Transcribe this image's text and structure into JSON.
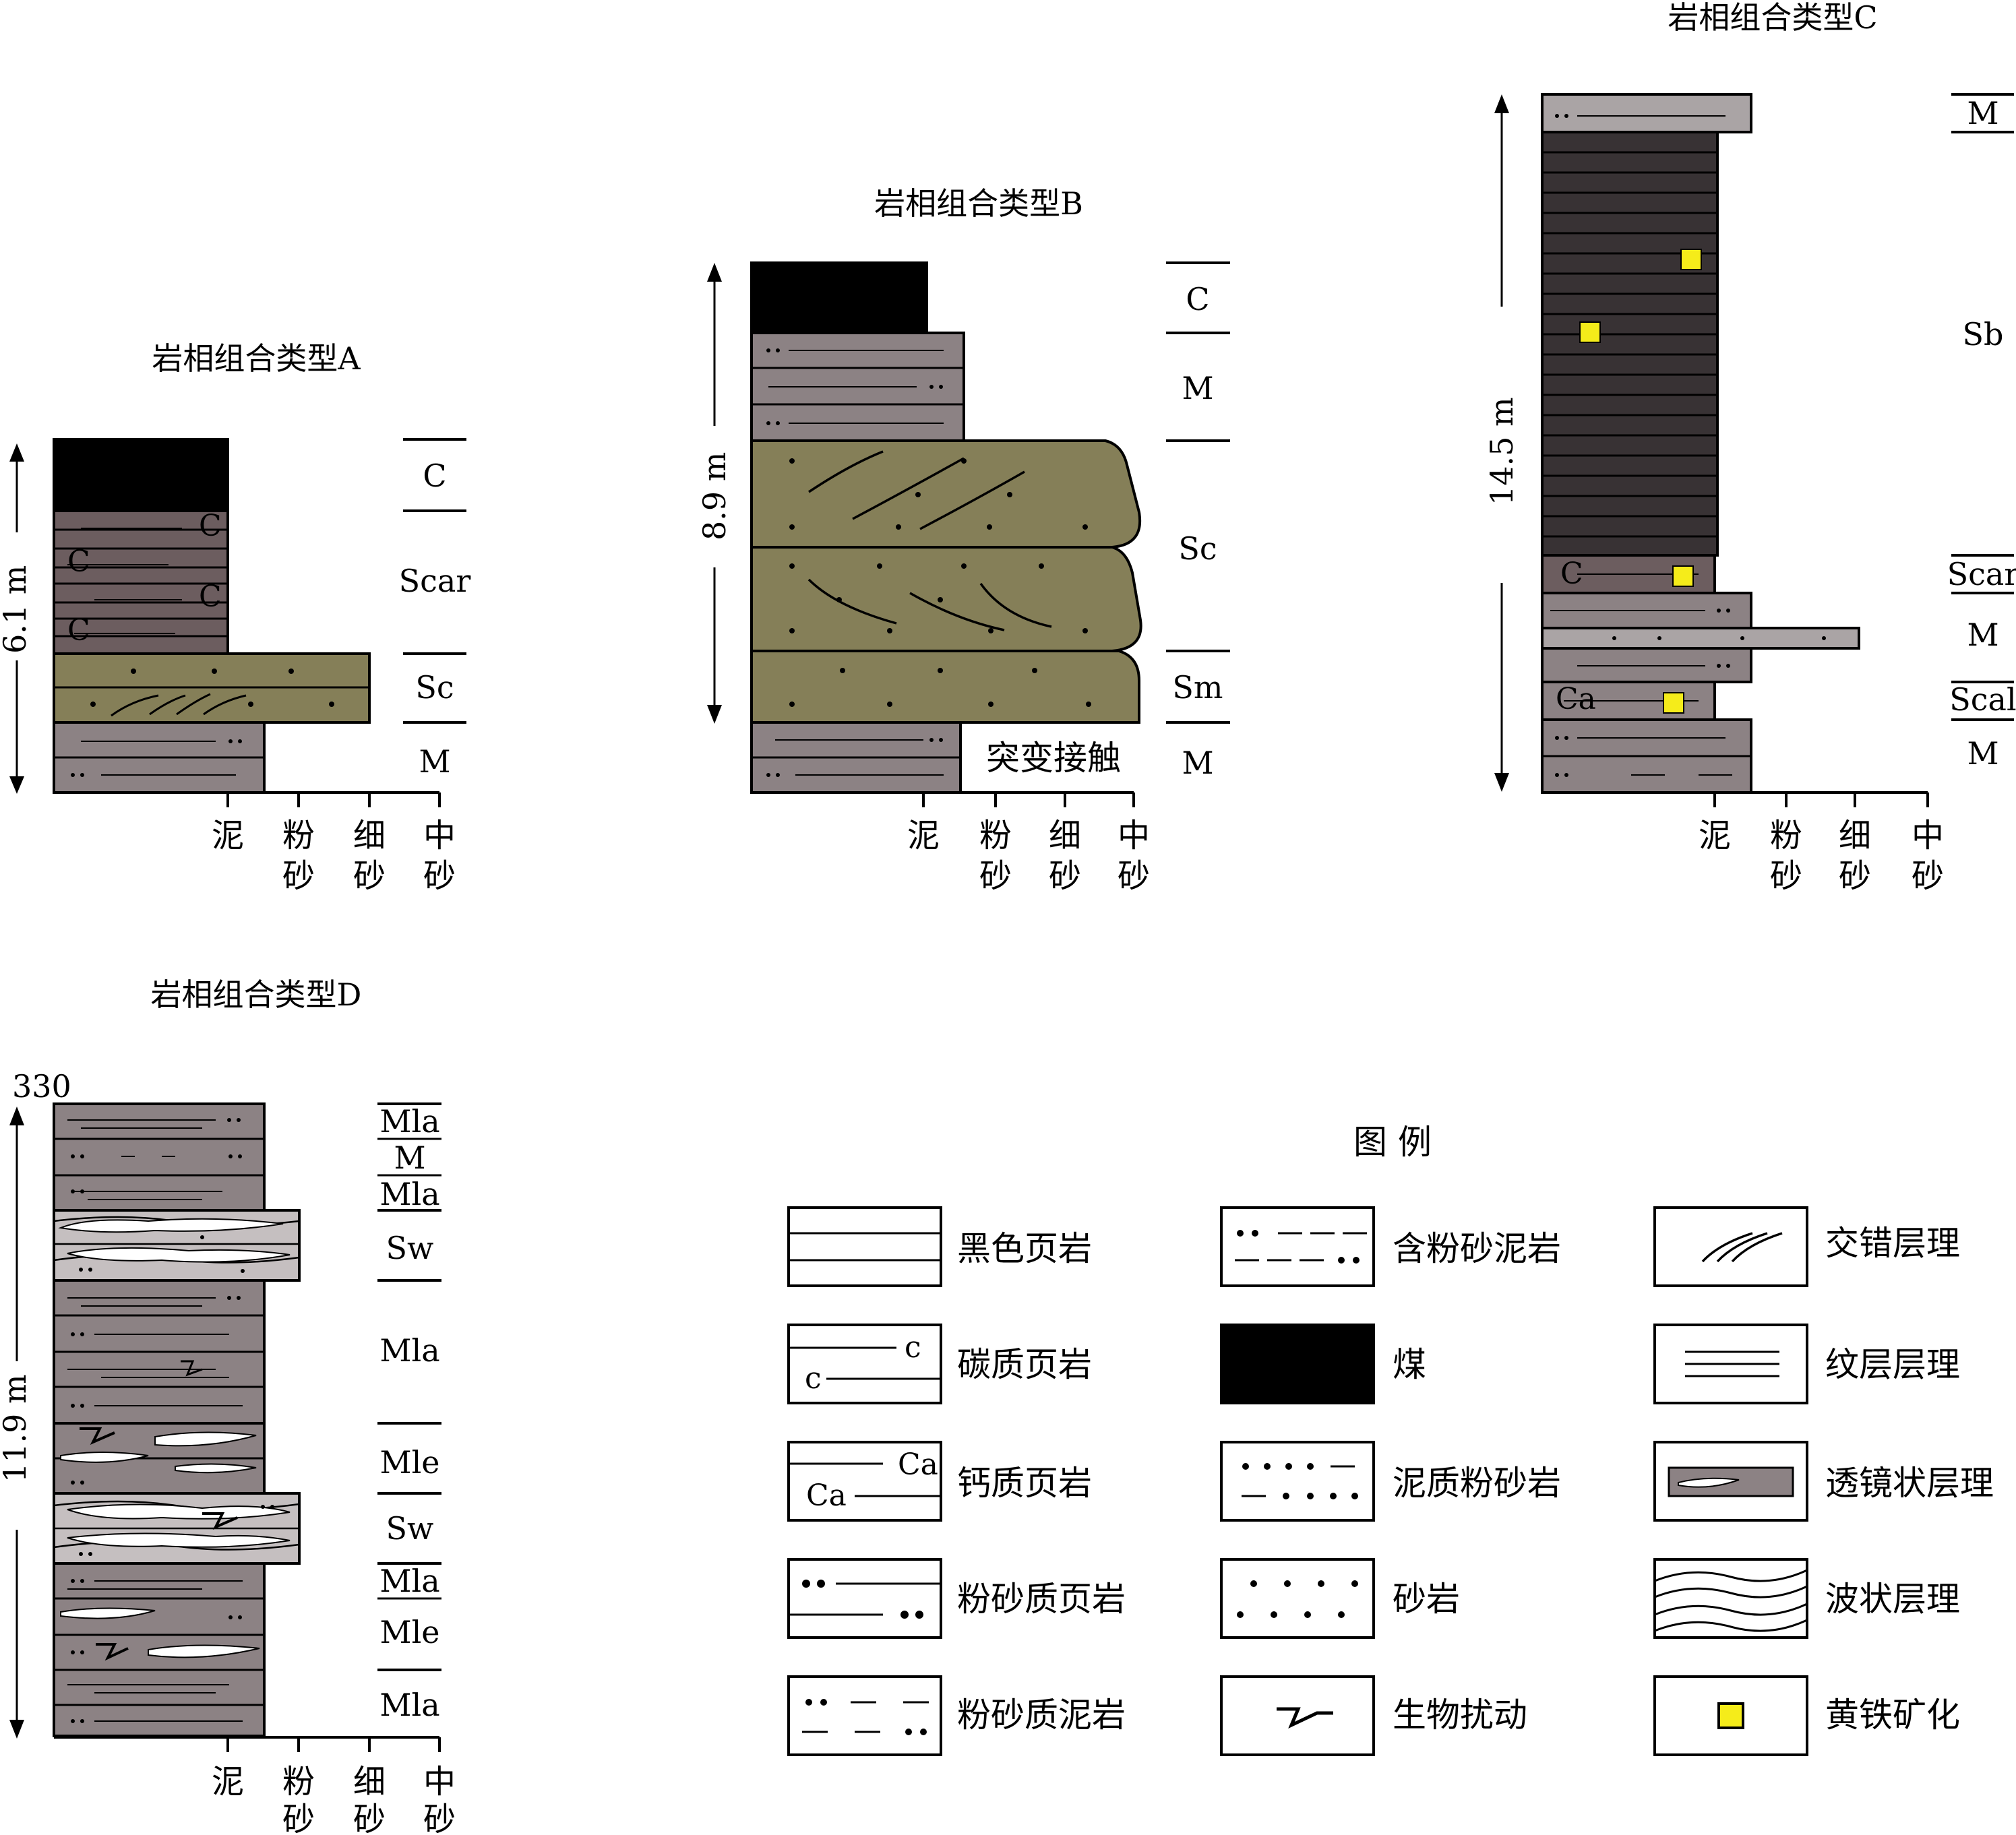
{
  "columns": {
    "A": {
      "title": "岩相组合类型A",
      "thickness": "6.1 m",
      "codes": [
        "C",
        "Scar",
        "Sc",
        "M"
      ]
    },
    "B": {
      "title": "岩相组合类型B",
      "thickness": "8.9 m",
      "codes": [
        "C",
        "M",
        "Sc",
        "Sm",
        "M"
      ],
      "contact_label": "突变接触"
    },
    "C": {
      "title": "岩相组合类型C",
      "thickness": "14.5 m",
      "codes": [
        "M",
        "Sb",
        "Scar",
        "M",
        "Scal",
        "M"
      ]
    },
    "D": {
      "title": "岩相组合类型D",
      "thickness": "11.9 m",
      "top_depth": "330",
      "codes": [
        "Mla",
        "M",
        "Mla",
        "Sw",
        "Mla",
        "Mle",
        "Sw",
        "Mla",
        "Mle",
        "Mla"
      ]
    }
  },
  "grain_scale": {
    "ticks": [
      {
        "line1": "泥",
        "line2": ""
      },
      {
        "line1": "粉",
        "line2": "砂"
      },
      {
        "line1": "细",
        "line2": "砂"
      },
      {
        "line1": "中",
        "line2": "砂"
      }
    ]
  },
  "bed_glyphs": {
    "carbonaceous": "C",
    "calcareous": "Ca"
  },
  "legend": {
    "title": "图 例",
    "items": [
      {
        "label": "黑色页岩",
        "icon": "black-shale",
        "glyphs": []
      },
      {
        "label": "碳质页岩",
        "icon": "carbonaceous-shale",
        "glyphs": [
          "c",
          "c"
        ]
      },
      {
        "label": "钙质页岩",
        "icon": "calcareous-shale",
        "glyphs": [
          "Ca",
          "Ca"
        ]
      },
      {
        "label": "粉砂质页岩",
        "icon": "silty-shale",
        "glyphs": []
      },
      {
        "label": "粉砂质泥岩",
        "icon": "silty-mudstone",
        "glyphs": []
      },
      {
        "label": "含粉砂泥岩",
        "icon": "silt-bearing-mudstone",
        "glyphs": []
      },
      {
        "label": "煤",
        "icon": "coal",
        "glyphs": []
      },
      {
        "label": "泥质粉砂岩",
        "icon": "muddy-siltstone",
        "glyphs": []
      },
      {
        "label": "砂岩",
        "icon": "sandstone",
        "glyphs": []
      },
      {
        "label": "生物扰动",
        "icon": "bioturbation",
        "glyphs": []
      },
      {
        "label": "交错层理",
        "icon": "cross-bedding",
        "glyphs": []
      },
      {
        "label": "纹层层理",
        "icon": "lamination",
        "glyphs": []
      },
      {
        "label": "透镜状层理",
        "icon": "lenticular-bedding",
        "glyphs": []
      },
      {
        "label": "波状层理",
        "icon": "wavy-bedding",
        "glyphs": []
      },
      {
        "label": "黄铁矿化",
        "icon": "pyritization",
        "glyphs": []
      }
    ]
  },
  "colors": {
    "mudstone": "#8c8284",
    "carbonaceous": "#6c5d5f",
    "black_shale": "#383234",
    "coal": "#000000",
    "sandstone": "#857f58",
    "light_siltstone": "#aaa4a5",
    "wavy_bed": "#c5bfc0",
    "pyrite": "#f5ec1a"
  }
}
